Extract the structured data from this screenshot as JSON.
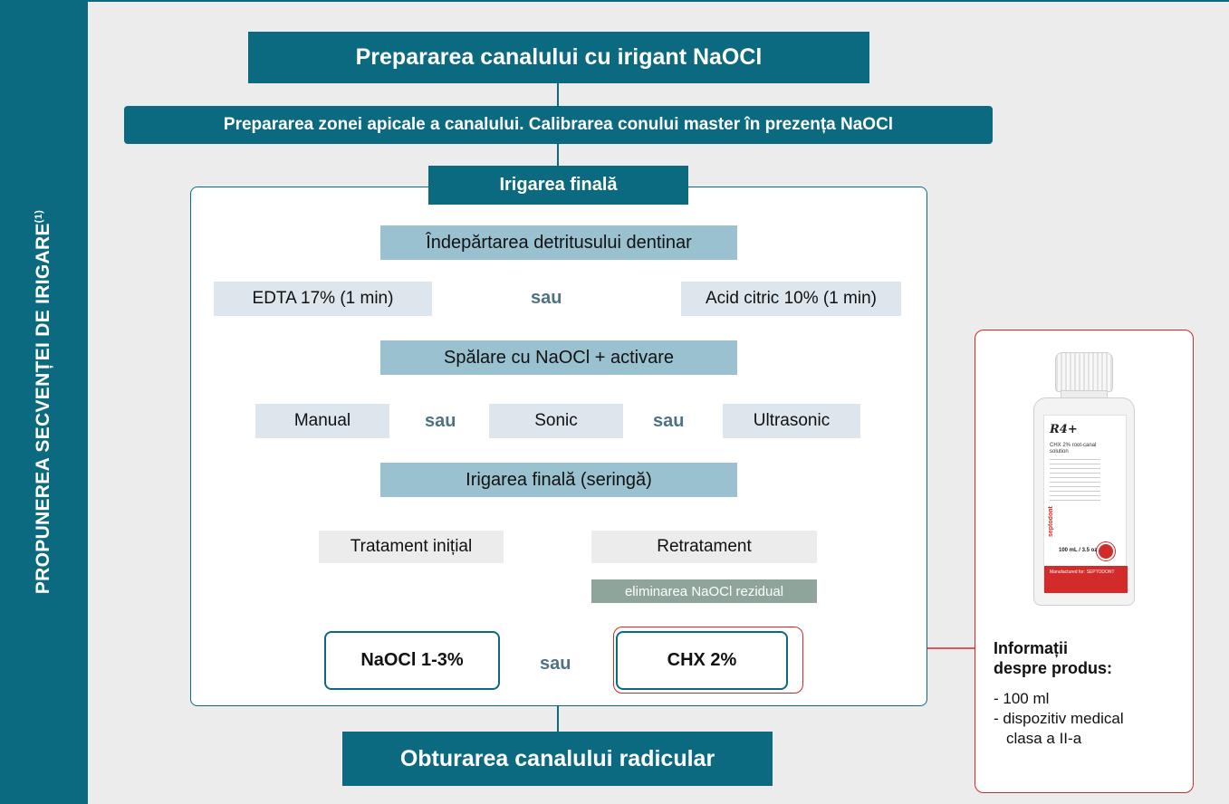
{
  "sidebar": {
    "title": "PROPUNEREA SECVENȚEI DE IRIGARE",
    "sup": "(1)"
  },
  "steps": {
    "step1": "Prepararea canalului cu irigant NaOCl",
    "step2": "Prepararea zonei apicale a canalului. Calibrarea conului master în prezența NaOCl",
    "step3": "Irigarea finală",
    "step4": "Obturarea canalului radicular"
  },
  "debris": {
    "title": "Îndepărtarea detritusului dentinar",
    "left": "EDTA 17% (1 min)",
    "sep": "sau",
    "right": "Acid citric 10% (1 min)"
  },
  "wash": {
    "title": "Spălare cu NaOCl + activare",
    "opt1": "Manual",
    "opt2": "Sonic",
    "opt3": "Ultrasonic",
    "sep": "sau"
  },
  "final": {
    "title": "Irigarea finală (seringă)",
    "left_label": "Tratament inițial",
    "right_label": "Retratament",
    "right_note": "eliminarea NaOCl rezidual",
    "left_result": "NaOCl 1-3%",
    "sep": "sau",
    "right_result": "CHX 2%"
  },
  "product": {
    "bottle_brand": "R4+",
    "bottle_desc": "CHX 2% root-canal solution",
    "bottle_volume": "100 mL / 3.5 oz",
    "bottle_maker": "septodont",
    "bottle_manufactured": "Manufactured for: SEPTODONT",
    "info_title_1": "Informații",
    "info_title_2": "despre produs:",
    "item1": "- 100 ml",
    "item2": "- dispozitiv medical",
    "item3": "clasa a II-a"
  },
  "colors": {
    "teal": "#0c6a80",
    "light": "#dde6ed",
    "mid": "#9ac1d0",
    "accent_red": "#d32a2a",
    "grey_note": "#8fa59c"
  }
}
